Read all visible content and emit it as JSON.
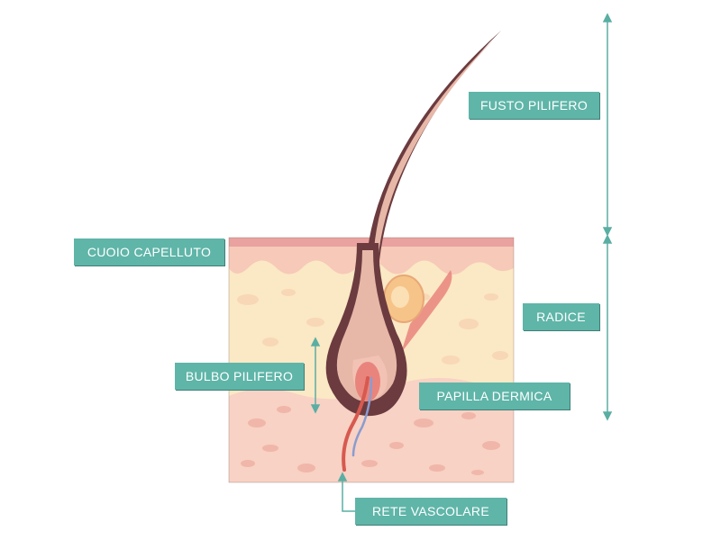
{
  "labels": {
    "fusto_pilifero": "FUSTO PILIFERO",
    "cuoio_capelluto": "CUOIO CAPELLUTO",
    "radice": "RADICE",
    "bulbo_pilifero": "BULBO PILIFERO",
    "papilla_dermica": "PAPILLA DERMICA",
    "rete_vascolare": "RETE VASCOLARE"
  },
  "colors": {
    "label_bg": "#5fb5a8",
    "label_text": "#ffffff",
    "arrow": "#5aaea3",
    "epidermis_top": "#e9a2a0",
    "epidermis": "#f6c9b8",
    "hypodermis": "#fbe8c4",
    "dermis": "#f7d2c5",
    "hair_dark": "#6b3b3f",
    "hair_light": "#e7b8a8",
    "papilla": "#e9847c",
    "vessel_red": "#d7594f",
    "vessel_blue": "#8a9cd0",
    "gland": "#f6c489"
  }
}
